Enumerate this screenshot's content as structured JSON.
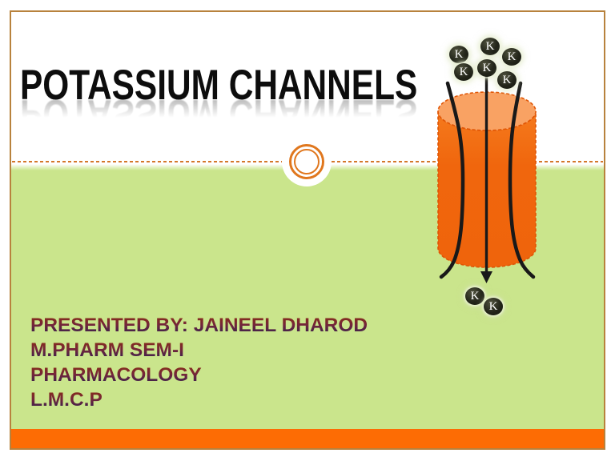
{
  "slide": {
    "title": "POTASSIUM CHANNELS",
    "presenter_lines": [
      "PRESENTED BY: JAINEEL DHAROD",
      "M.PHARM SEM-I",
      "PHARMACOLOGY",
      "L.M.C.P"
    ]
  },
  "diagram": {
    "ion_label": "K",
    "top_ion_count": 6,
    "bottom_ion_count": 2
  },
  "colors": {
    "lower_band_green": "#cae58c",
    "bottom_bar_orange": "#fd6c04",
    "cylinder_body": "#f0660d",
    "cylinder_top_face": "#f9a263",
    "cylinder_outline": "#e05505",
    "frame_border": "#b8823d",
    "dotted_divider": "#d4772a",
    "ornament_ring": "#e0771e",
    "title_text": "#0d0d0d",
    "presenter_gradient_top": "#8e2f12",
    "presenter_gradient_bottom": "#2e2153",
    "ion_fill": "#23251a",
    "ion_text": "#ffffff",
    "pore_line": "#191919"
  }
}
